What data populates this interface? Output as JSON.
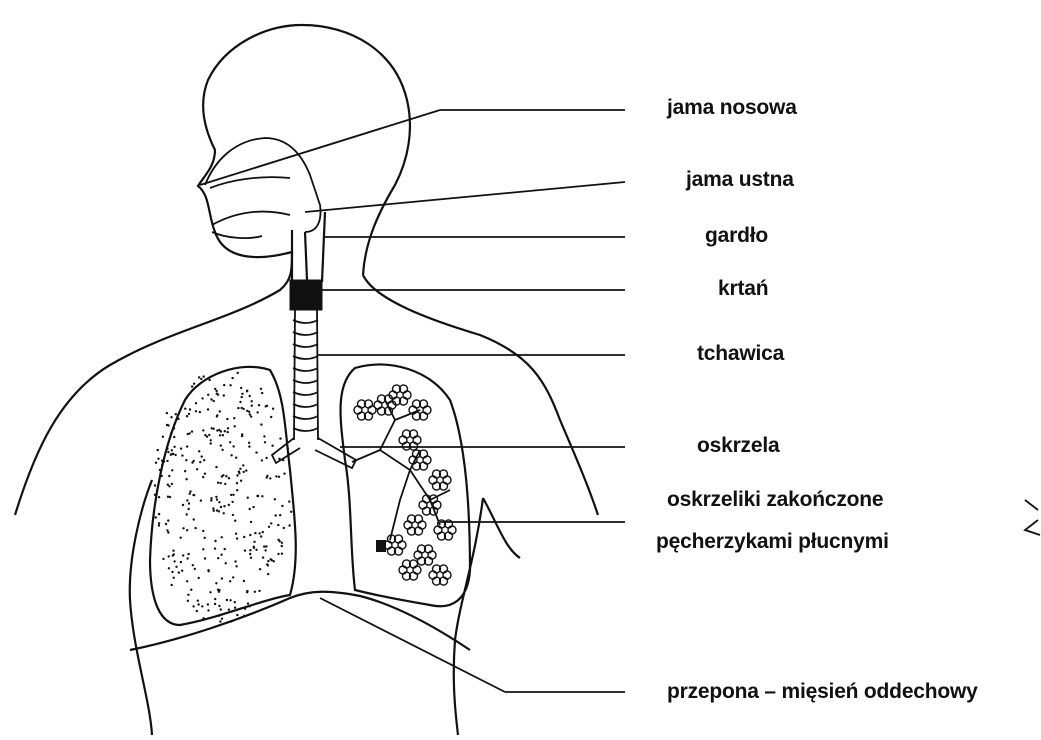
{
  "labels": {
    "nasal_cavity": "jama nosowa",
    "oral_cavity": "jama ustna",
    "throat": "gardło",
    "larynx": "krtań",
    "trachea": "tchawica",
    "bronchi": "oskrzela",
    "bronchioles_line1": "oskrzeliki zakończone",
    "bronchioles_line2": "pęcherzykami płucnymi",
    "diaphragm": "przepona – mięsień oddechowy"
  },
  "colors": {
    "ink": "#111111",
    "background": "#ffffff"
  }
}
